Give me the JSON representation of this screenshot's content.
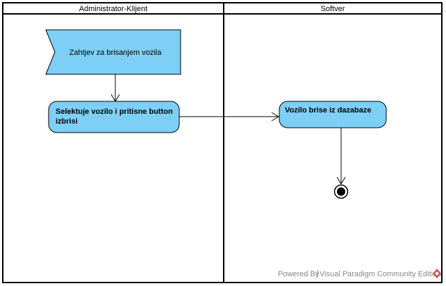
{
  "colors": {
    "node_fill": "#7ECFF5",
    "border": "#000000",
    "watermark_text": "#888888",
    "logo": "#D84A4A"
  },
  "swimlanes": [
    {
      "title": "Administrator-Klijent"
    },
    {
      "title": "Softver"
    }
  ],
  "signal_event": {
    "label": "Zahtjev za brisanjem vozila"
  },
  "actions": [
    {
      "lines": [
        "Selektuje vozilo i pritisne button",
        "izbrisi"
      ]
    },
    {
      "lines": [
        "Vozilo brise iz dazabaze"
      ]
    }
  ],
  "final_node": {
    "icon": "activity-final-icon"
  },
  "footer": {
    "powered_by": "Powered By",
    "product": "Visual Paradigm Community Edition",
    "logo_icon": "visual-paradigm-logo-icon"
  }
}
